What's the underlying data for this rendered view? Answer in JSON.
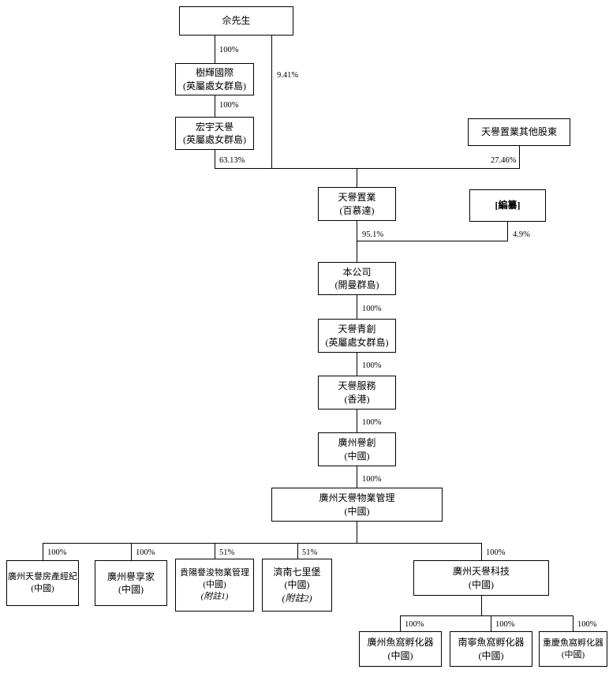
{
  "page": {
    "background": "#ffffff",
    "line_color": "#000000"
  },
  "nodes": {
    "mrShe": {
      "lines": [
        "佘先生"
      ]
    },
    "shuFai": {
      "lines": [
        "樹輝國際",
        "(英屬處女群島)"
      ]
    },
    "wangYu": {
      "lines": [
        "宏宇天譽",
        "(英屬處女群島)"
      ]
    },
    "otherShareholders": {
      "lines": [
        "天譽置業其他股東"
      ]
    },
    "skyfame": {
      "lines": [
        "天譽置業",
        "(百慕達)"
      ]
    },
    "redacted": {
      "lines": [
        "[編纂]"
      ]
    },
    "company": {
      "lines": [
        "本公司",
        "(開曼群島)"
      ]
    },
    "tyQingchuang": {
      "lines": [
        "天譽青創",
        "(英屬處女群島)"
      ]
    },
    "tyService": {
      "lines": [
        "天譽服務",
        "(香港)"
      ]
    },
    "gzYuchuang": {
      "lines": [
        "廣州譽創",
        "(中國)"
      ]
    },
    "gzTyPm": {
      "lines": [
        "廣州天譽物業管理",
        "(中國)"
      ]
    },
    "gzTyAgency": {
      "lines": [
        "廣州天譽房產經紀",
        "(中國)"
      ]
    },
    "gzYuxiangjia": {
      "lines": [
        "廣州譽享家",
        "(中國)"
      ]
    },
    "gyPm": {
      "lines": [
        "貴陽譽浚物業管理",
        "(中國)"
      ],
      "note": "(附註1)"
    },
    "jnQilibu": {
      "lines": [
        "濟南七里堡",
        "(中國)"
      ],
      "note": "(附註2)"
    },
    "gzTyTech": {
      "lines": [
        "廣州天譽科技",
        "(中國)"
      ]
    },
    "gzYuwo": {
      "lines": [
        "廣州魚窩孵化器",
        "(中國)"
      ]
    },
    "nnYuwo": {
      "lines": [
        "南寧魚窩孵化器",
        "(中國)"
      ]
    },
    "cqYuwo": {
      "lines": [
        "重慶魚窩孵化器",
        "(中國)"
      ]
    }
  },
  "edges": {
    "sheToShufai": "100%",
    "sheToSkyfame": "9.41%",
    "shufaiToWangyu": "100%",
    "wangyuToSkyfame": "63.13%",
    "othersToSkyfame": "27.46%",
    "skyfameToCompany": "95.1%",
    "redactedToCompany": "4.9%",
    "companyToQingchuang": "100%",
    "qingchuangToService": "100%",
    "serviceToGzYuchuang": "100%",
    "gzYuchuangToPm": "100%",
    "pmToAgency": "100%",
    "pmToYuxiangjia": "100%",
    "pmToGyPm": "51%",
    "pmToQilibu": "51%",
    "pmToTech": "100%",
    "techToGzYuwo": "100%",
    "techToNnYuwo": "100%",
    "techToCqYuwo": "100%"
  }
}
